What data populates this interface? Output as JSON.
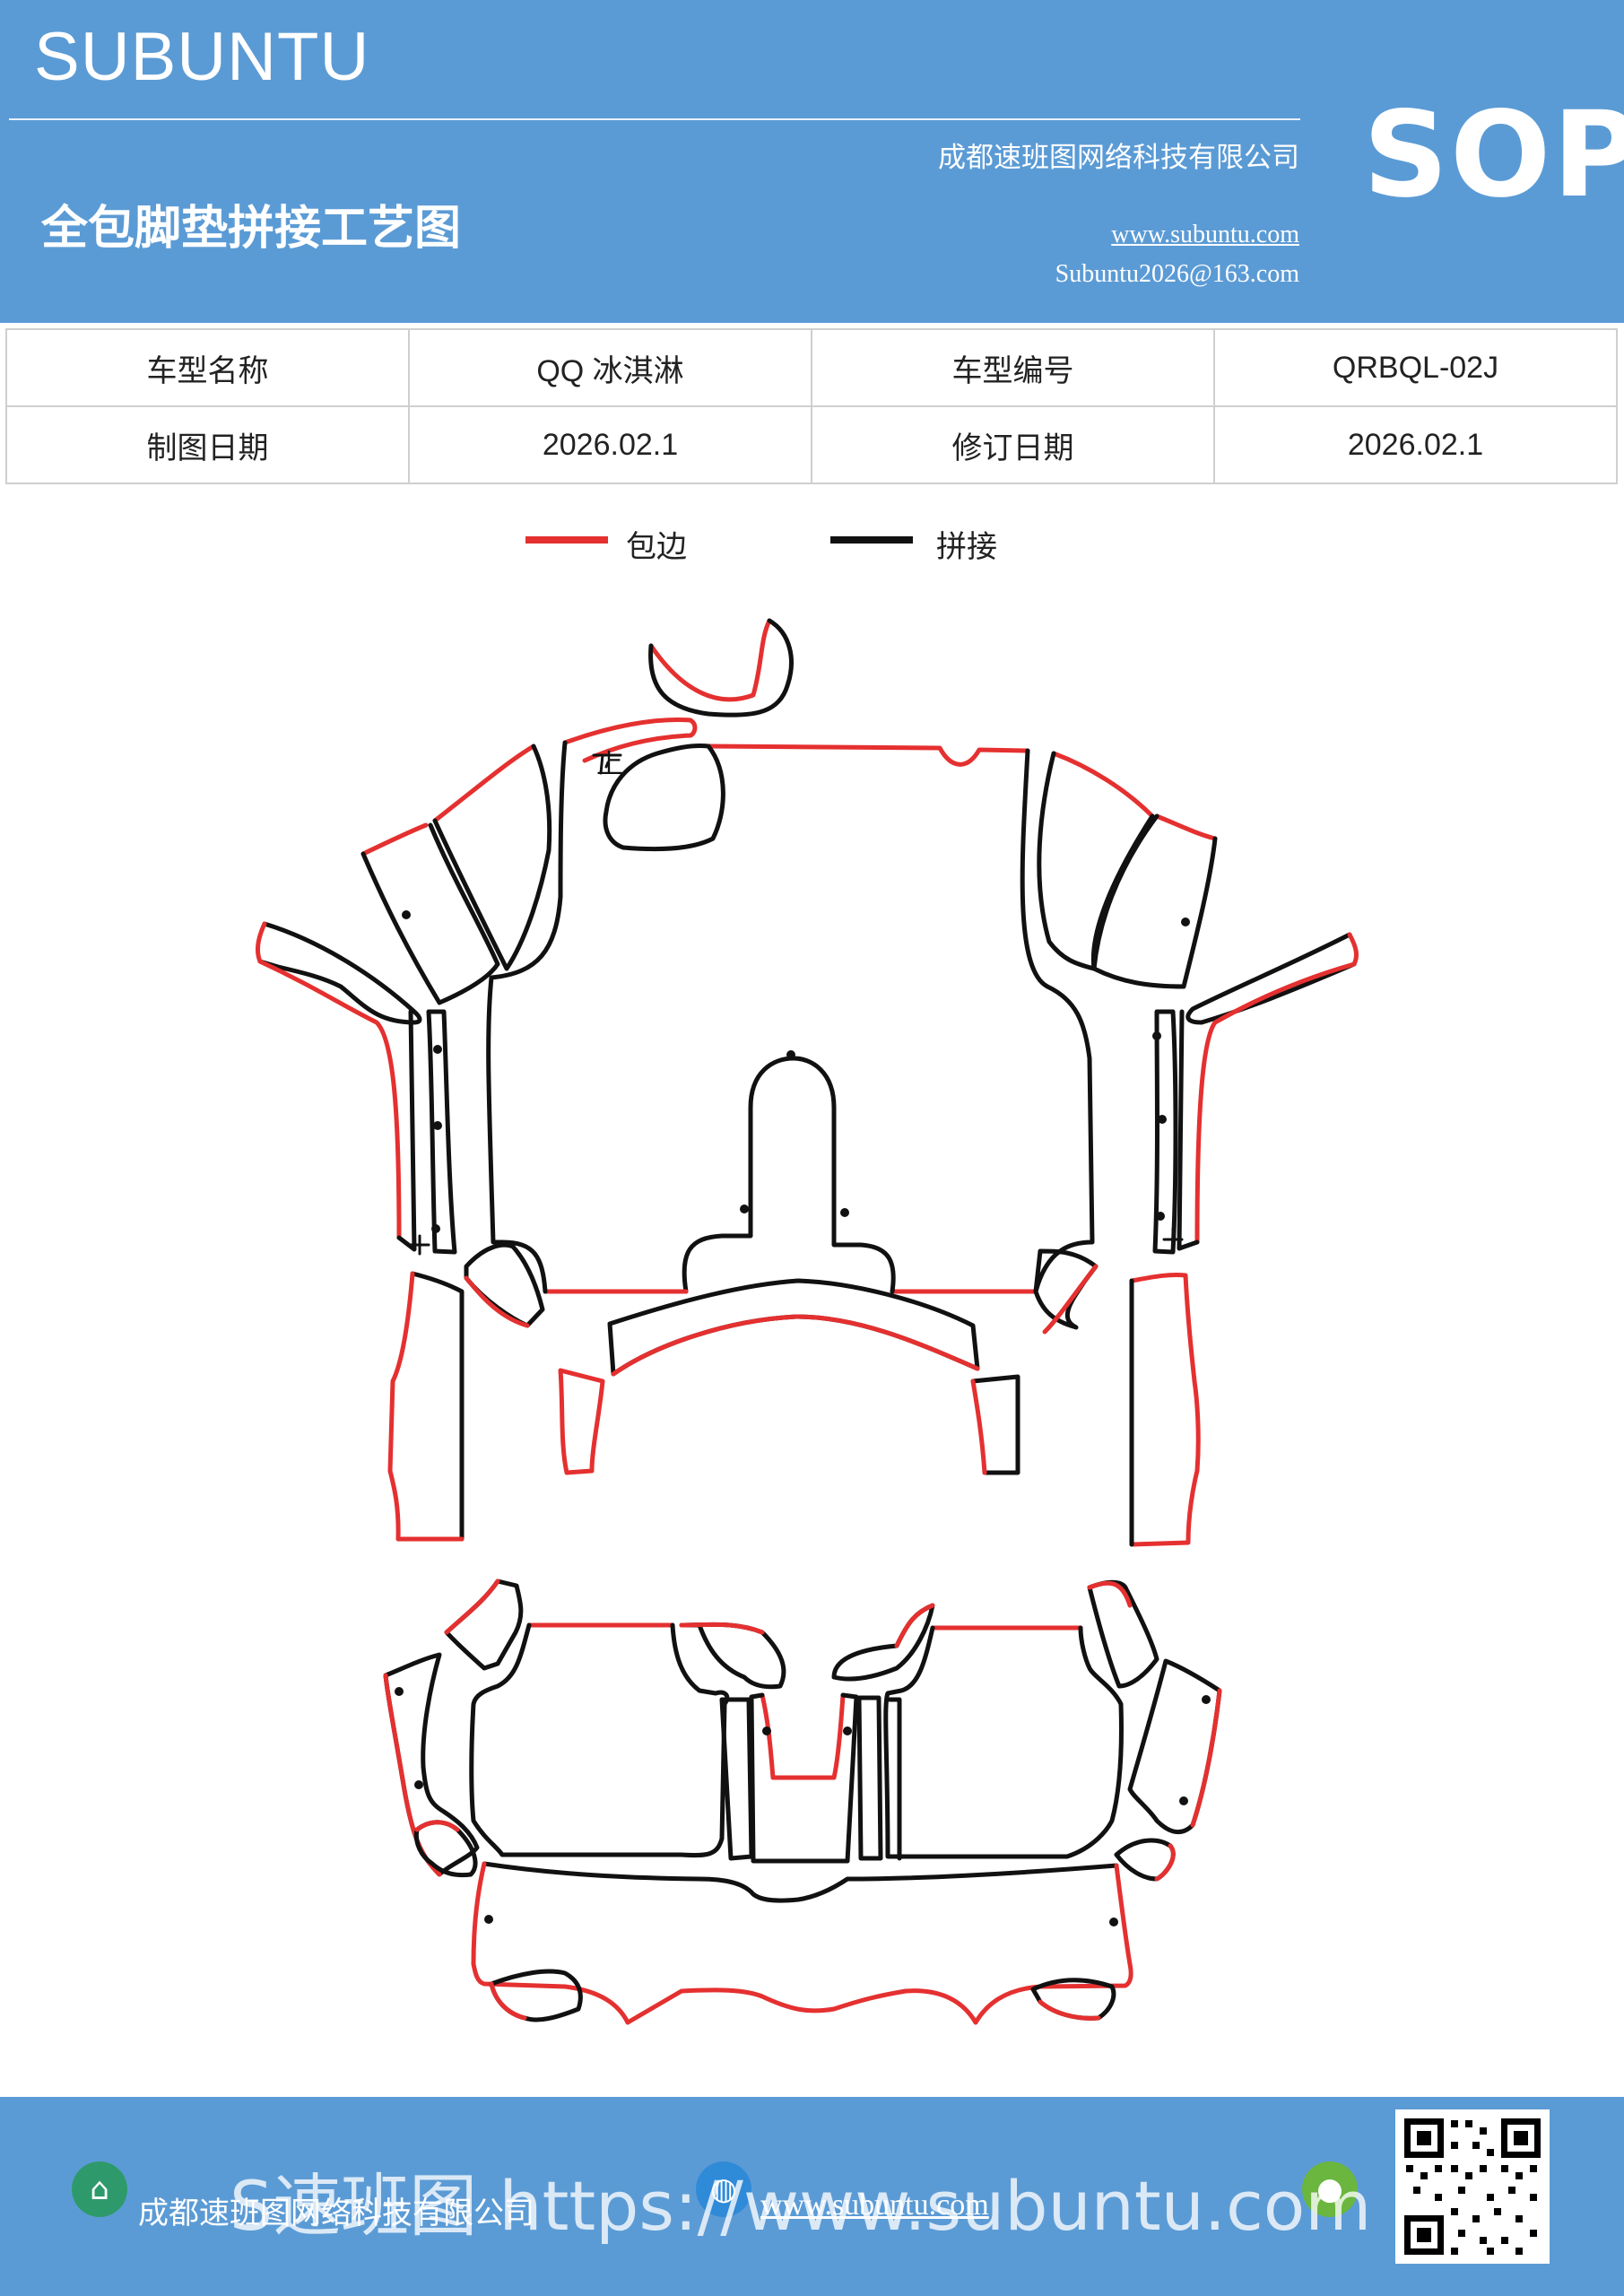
{
  "header": {
    "brand": "SUBUNTU",
    "doc_title": "全包脚垫拼接工艺图",
    "company": "成都速班图网络科技有限公司",
    "website": "www.subuntu.com",
    "email": "Subuntu2026@163.com",
    "badge": "SOP",
    "background_color": "#5b9bd5"
  },
  "info_table": {
    "rows": [
      {
        "label1": "车型名称",
        "value1": "QQ 冰淇淋",
        "label2": "车型编号",
        "value2": "QRBQL-02J"
      },
      {
        "label1": "制图日期",
        "value1": "2026.02.1",
        "label2": "修订日期",
        "value2": "2026.02.1"
      }
    ]
  },
  "legend": {
    "edge_label": "包边",
    "edge_color": "#e53030",
    "seam_label": "拼接",
    "seam_color": "#111111"
  },
  "diagram": {
    "mark_up": "上"
  },
  "footer": {
    "company": "成都速班图网络科技有限公司",
    "website": "www.subuntu.com",
    "overlay_text": "S速班图 https://www.subuntu.com",
    "icons": [
      "building-icon",
      "globe-icon",
      "wechat-icon",
      "qr-code"
    ]
  }
}
